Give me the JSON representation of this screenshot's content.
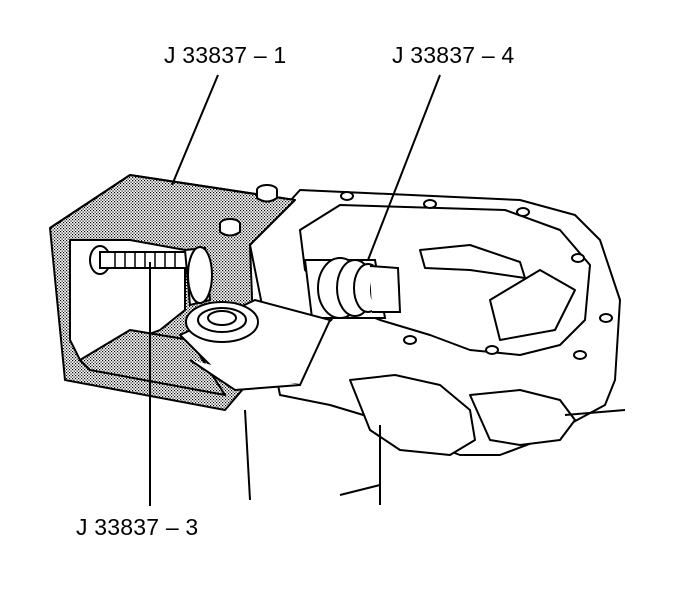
{
  "callouts": {
    "tool_1": "J 33837 – 1",
    "tool_4": "J 33837 – 4",
    "tool_3": "J 33837 – 3"
  },
  "colors": {
    "ink": "#000000",
    "shade": "#c8c8c8",
    "paper": "#ffffff"
  }
}
